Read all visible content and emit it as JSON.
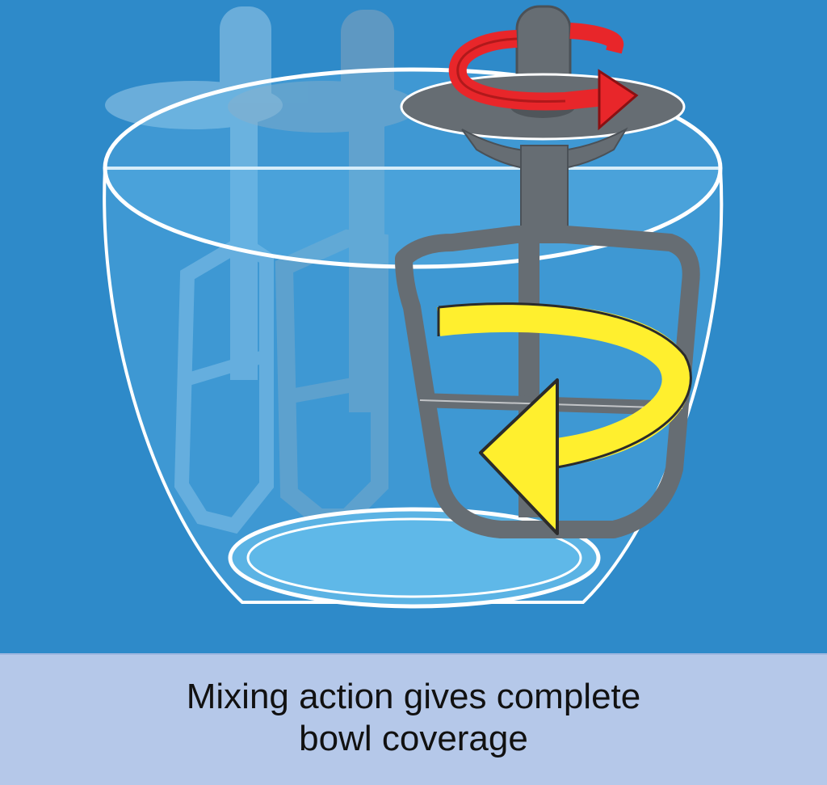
{
  "caption": {
    "line1": "Mixing action gives complete",
    "line2": "bowl coverage"
  },
  "colors": {
    "background": "#2e8ac9",
    "bowl_fill": "#5bb3e4",
    "bowl_outline": "#ffffff",
    "beater": "#666d73",
    "shaft_rotation_arrow": "#e8262a",
    "beater_orbit_arrow": "#ffef2e",
    "caption_band": "#b5c8e9",
    "caption_text": "#111111"
  },
  "icons": {
    "shaft_rotation_arrow": "curved-arrow-clockwise",
    "beater_orbit_arrow": "curved-arrow-counterclockwise"
  }
}
